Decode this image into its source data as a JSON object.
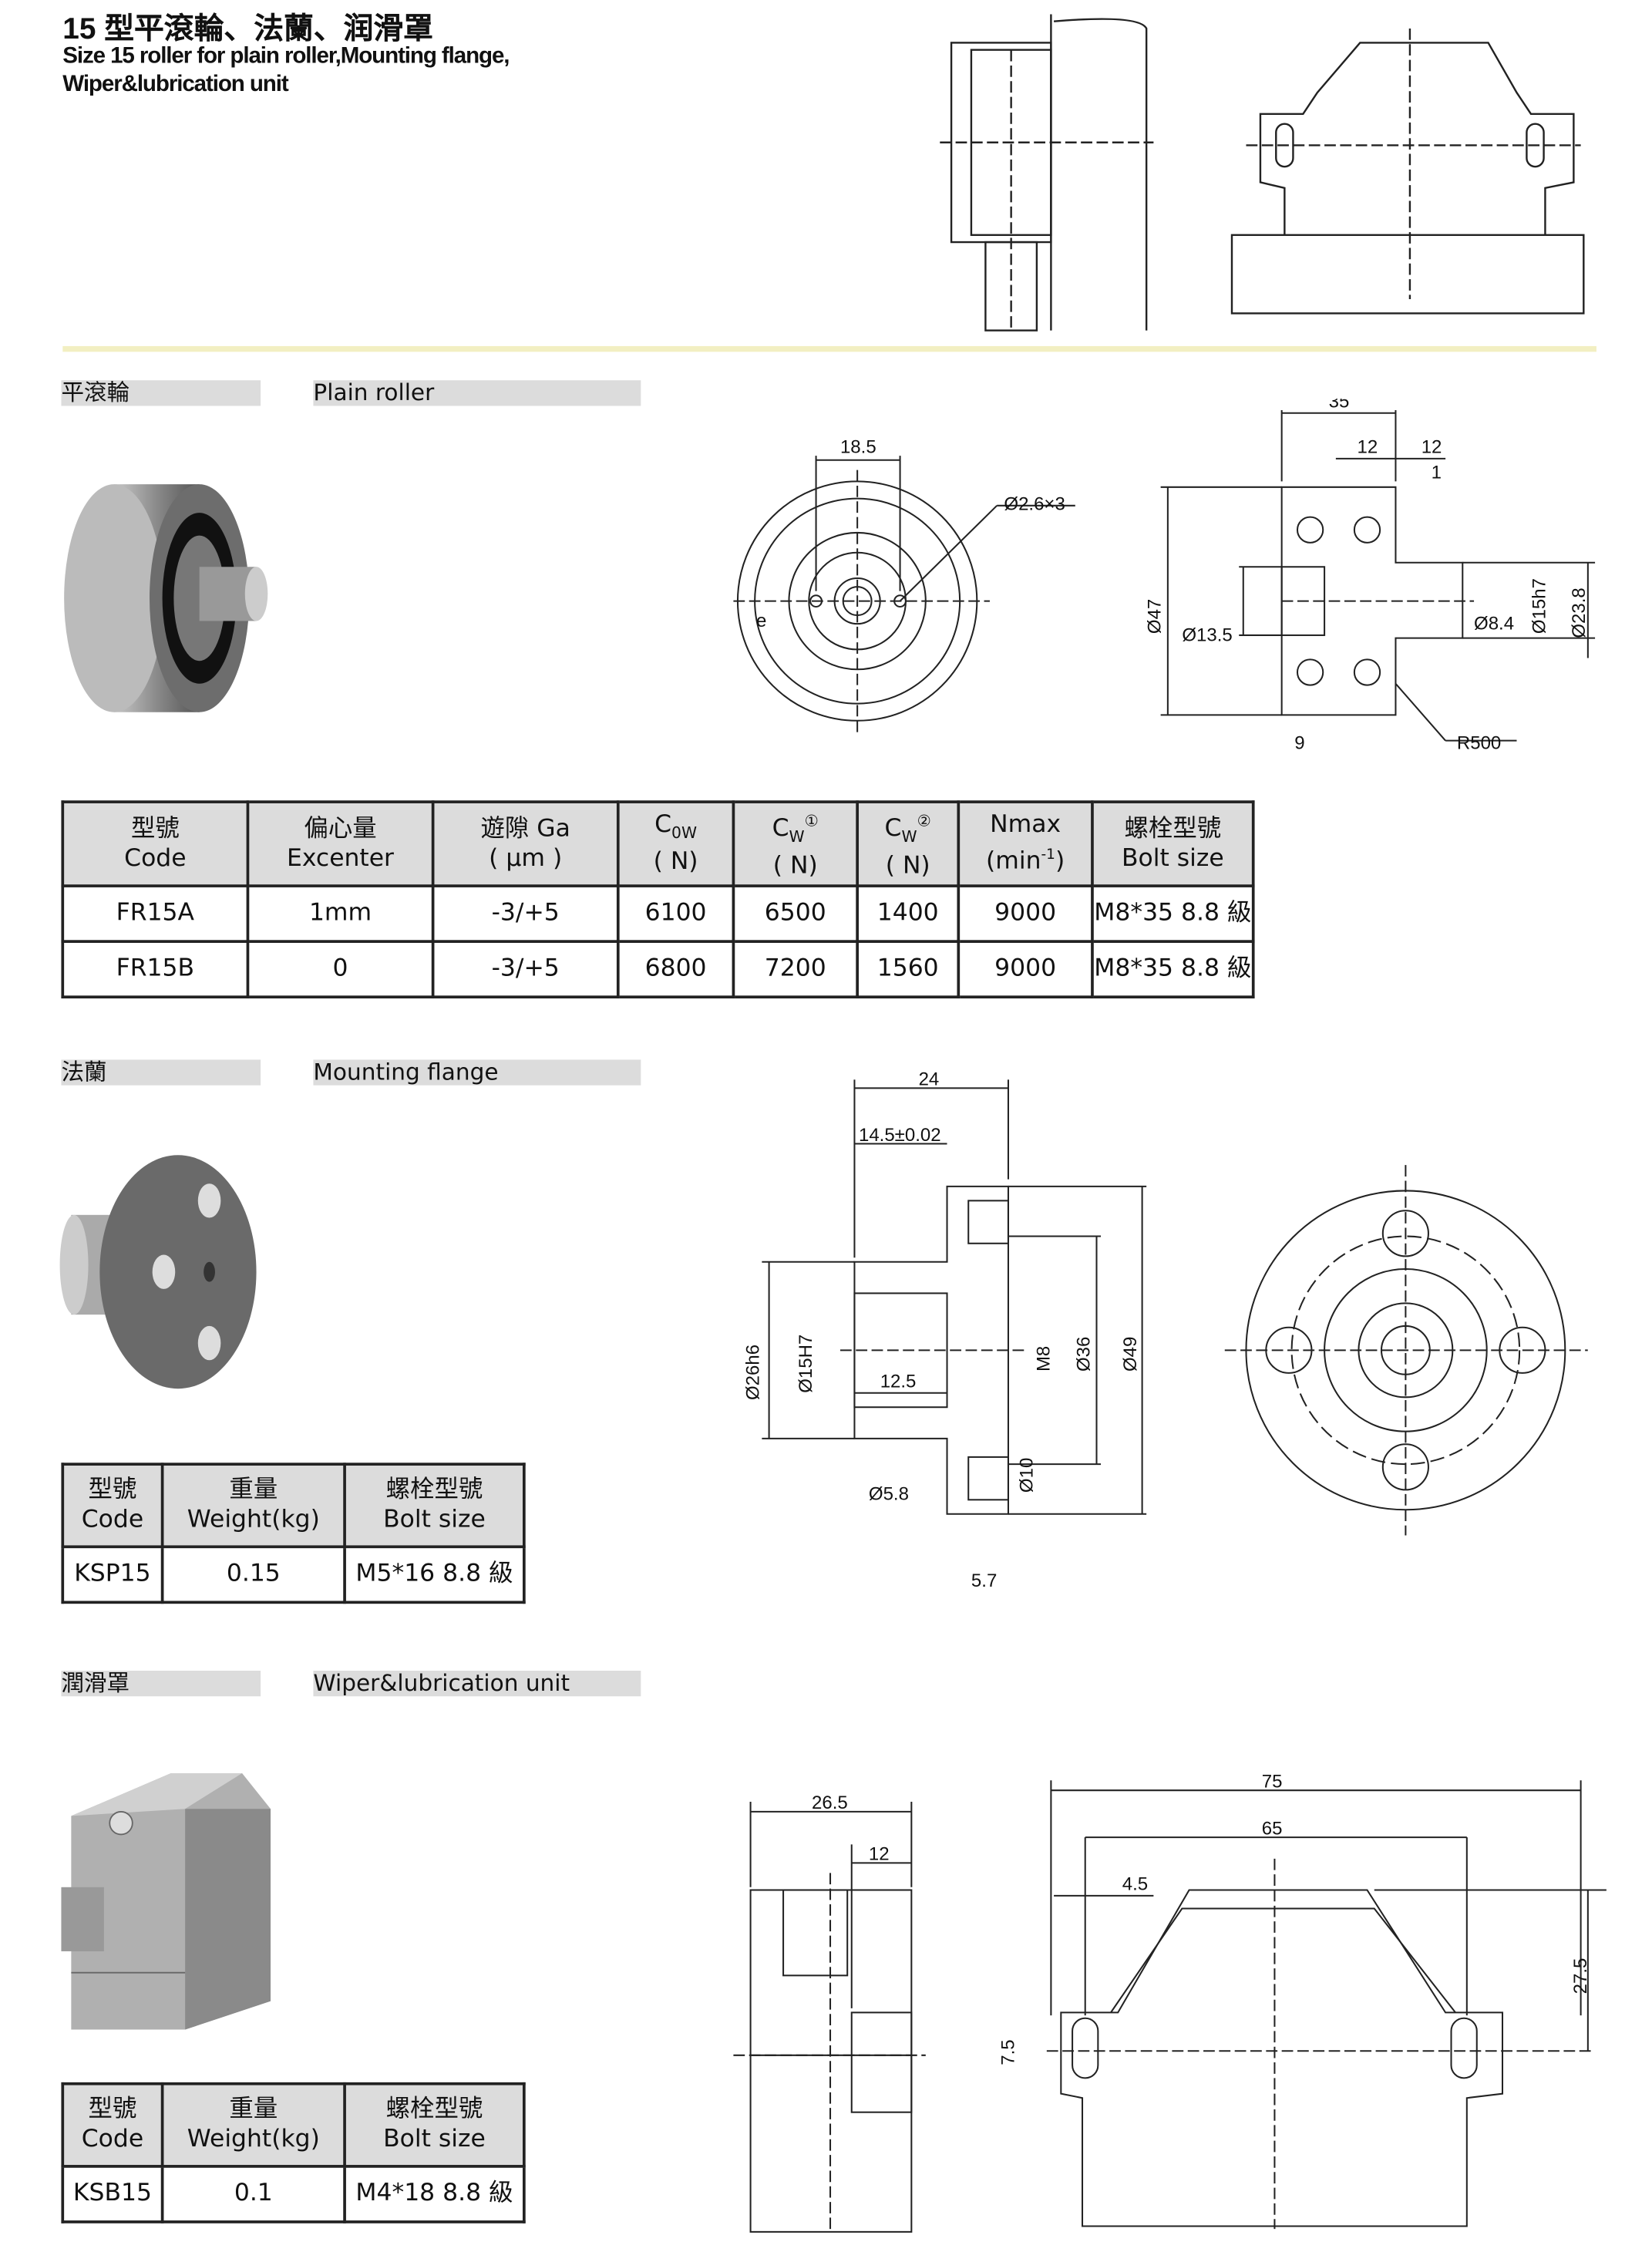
{
  "title": {
    "zh": "15 型平滾輪、法蘭、润滑罩",
    "en_line1": "Size 15 roller for plain roller,Mounting flange,",
    "en_line2": "Wiper&lubrication unit"
  },
  "sections": [
    {
      "zh": "平滾輪",
      "en": "Plain roller"
    },
    {
      "zh": "法蘭",
      "en": "Mounting flange"
    },
    {
      "zh": "潤滑罩",
      "en": "Wiper&lubrication unit"
    }
  ],
  "roller_table": {
    "headers": [
      [
        "型號",
        "Code"
      ],
      [
        "偏心量",
        "Excenter"
      ],
      [
        "遊隙 Ga",
        "( μm )"
      ],
      [
        "C",
        "0W",
        "( N)"
      ],
      [
        "C",
        "W",
        "①",
        "( N)"
      ],
      [
        "C",
        "W",
        "②",
        "( N)"
      ],
      [
        "Nmax",
        "(min",
        "-1",
        ")"
      ],
      [
        "螺栓型號",
        "Bolt size"
      ]
    ],
    "rows": [
      [
        "FR15A",
        "1mm",
        "-3/+5",
        "6100",
        "6500",
        "1400",
        "9000",
        "M8*35  8.8 級"
      ],
      [
        "FR15B",
        "0",
        "-3/+5",
        "6800",
        "7200",
        "1560",
        "9000",
        "M8*35  8.8 級"
      ]
    ]
  },
  "flange_table": {
    "headers": [
      [
        "型號",
        "Code"
      ],
      [
        "重量",
        "Weight(kg)"
      ],
      [
        "螺栓型號",
        "Bolt size"
      ]
    ],
    "rows": [
      [
        "KSP15",
        "0.15",
        "M5*16 8.8 級"
      ]
    ]
  },
  "wiper_table": {
    "headers": [
      [
        "型號",
        "Code"
      ],
      [
        "重量",
        "Weight(kg)"
      ],
      [
        "螺栓型號",
        "Bolt size"
      ]
    ],
    "rows": [
      [
        "KSB15",
        "0.1",
        "M4*18 8.8 級"
      ]
    ]
  },
  "dims": {
    "roller": {
      "d185": "18.5",
      "holes": "Ø2.6×3",
      "e": "e",
      "d35": "35",
      "d12a": "12",
      "d12b": "12",
      "d1": "1",
      "d47": "Ø47",
      "d135": "Ø13.5",
      "d84": "Ø8.4",
      "d15": "Ø15h7",
      "d238": "Ø23.8",
      "d9": "9",
      "r500": "R500"
    },
    "flange": {
      "d24": "24",
      "d145": "14.5±0.02",
      "d26": "Ø26h6",
      "d15": "Ø15H7",
      "d125": "12.5",
      "m8": "M8",
      "d36": "Ø36",
      "d49": "Ø49",
      "d10": "Ø10",
      "d58": "Ø5.8",
      "d57": "5.7"
    },
    "wiper": {
      "d265": "26.5",
      "d12": "12",
      "d75": "75",
      "d65": "65",
      "d45": "4.5",
      "d275": "27.5",
      "d75b": "7.5"
    }
  }
}
